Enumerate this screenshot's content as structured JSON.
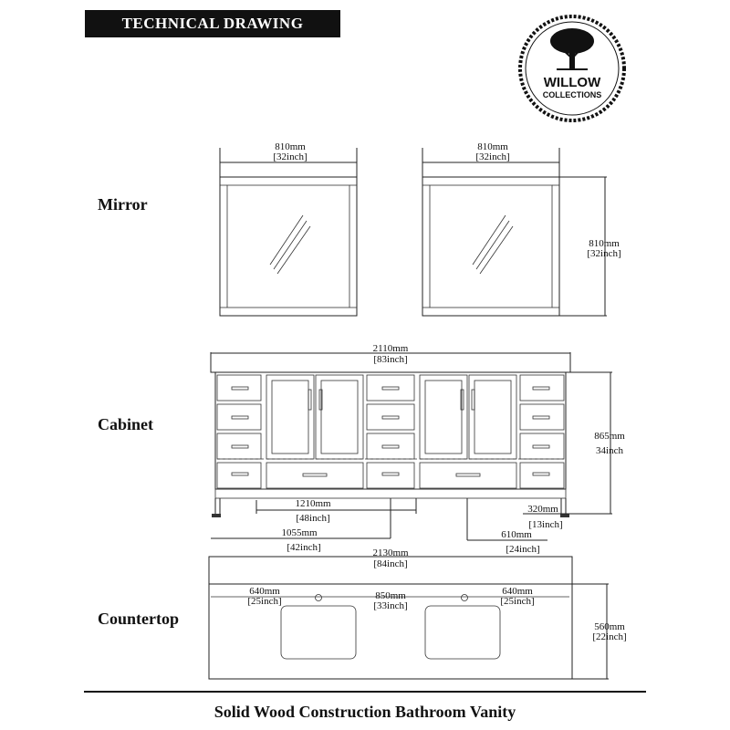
{
  "header": {
    "title": "TECHNICAL DRAWING"
  },
  "logo": {
    "line1": "WILLOW",
    "line2": "COLLECTIONS"
  },
  "sections": {
    "mirror": "Mirror",
    "cabinet": "Cabinet",
    "countertop": "Countertop"
  },
  "dimensions": {
    "mirror_left_width_mm": "810mm",
    "mirror_left_width_in": "[32inch]",
    "mirror_right_width_mm": "810mm",
    "mirror_right_width_in": "[32inch]",
    "mirror_height_mm": "810mm",
    "mirror_height_in": "[32inch]",
    "cabinet_width_mm": "2110mm",
    "cabinet_width_in": "[83inch]",
    "cabinet_height_mm": "865mm",
    "cabinet_height_in": "34inch",
    "cabinet_center_mm": "1210mm",
    "cabinet_center_in": "[48inch]",
    "cabinet_side_mm": "320mm",
    "cabinet_side_in": "[13inch]",
    "cabinet_offset_mm": "1055mm",
    "cabinet_offset_in": "[42inch]",
    "cabinet_depth_mm": "610mm",
    "cabinet_depth_in": "[24inch]",
    "counter_width_mm": "2130mm",
    "counter_width_in": "[84inch]",
    "counter_left_mm": "640mm",
    "counter_left_in": "[25inch]",
    "counter_mid_mm": "850mm",
    "counter_mid_in": "[33inch]",
    "counter_right_mm": "640mm",
    "counter_right_in": "[25inch]",
    "counter_depth_mm": "560mm",
    "counter_depth_in": "[22inch]"
  },
  "footer": {
    "caption": "Solid Wood Construction Bathroom Vanity"
  }
}
